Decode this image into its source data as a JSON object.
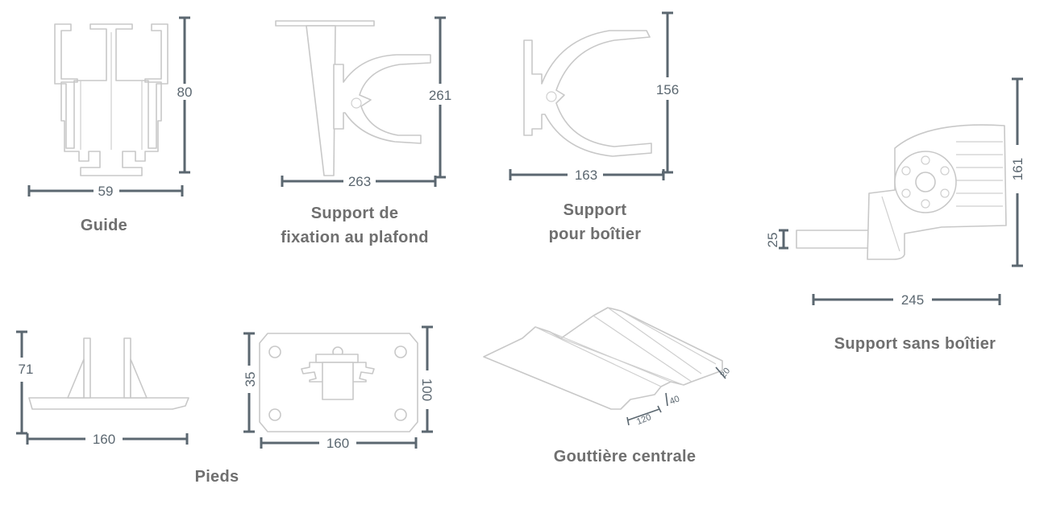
{
  "captions": {
    "guide": "Guide",
    "ceiling_1": "Support de",
    "ceiling_2": "fixation au plafond",
    "box_1": "Support",
    "box_2": "pour boîtier",
    "nobox": "Support sans boîtier",
    "feet": "Pieds",
    "gutter": "Gouttière centrale"
  },
  "dimensions": {
    "guide_h": "80",
    "guide_w": "59",
    "ceiling_h": "261",
    "ceiling_w": "263",
    "box_h": "156",
    "box_w": "163",
    "nobox_h": "161",
    "nobox_offset": "25",
    "nobox_w": "245",
    "feet_side_h": "71",
    "feet_side_w": "160",
    "feet_plate_h": "35",
    "feet_plate_h2": "100",
    "feet_plate_w": "160",
    "gutter_w": "120",
    "gutter_mid": "40",
    "gutter_edge": "20"
  }
}
